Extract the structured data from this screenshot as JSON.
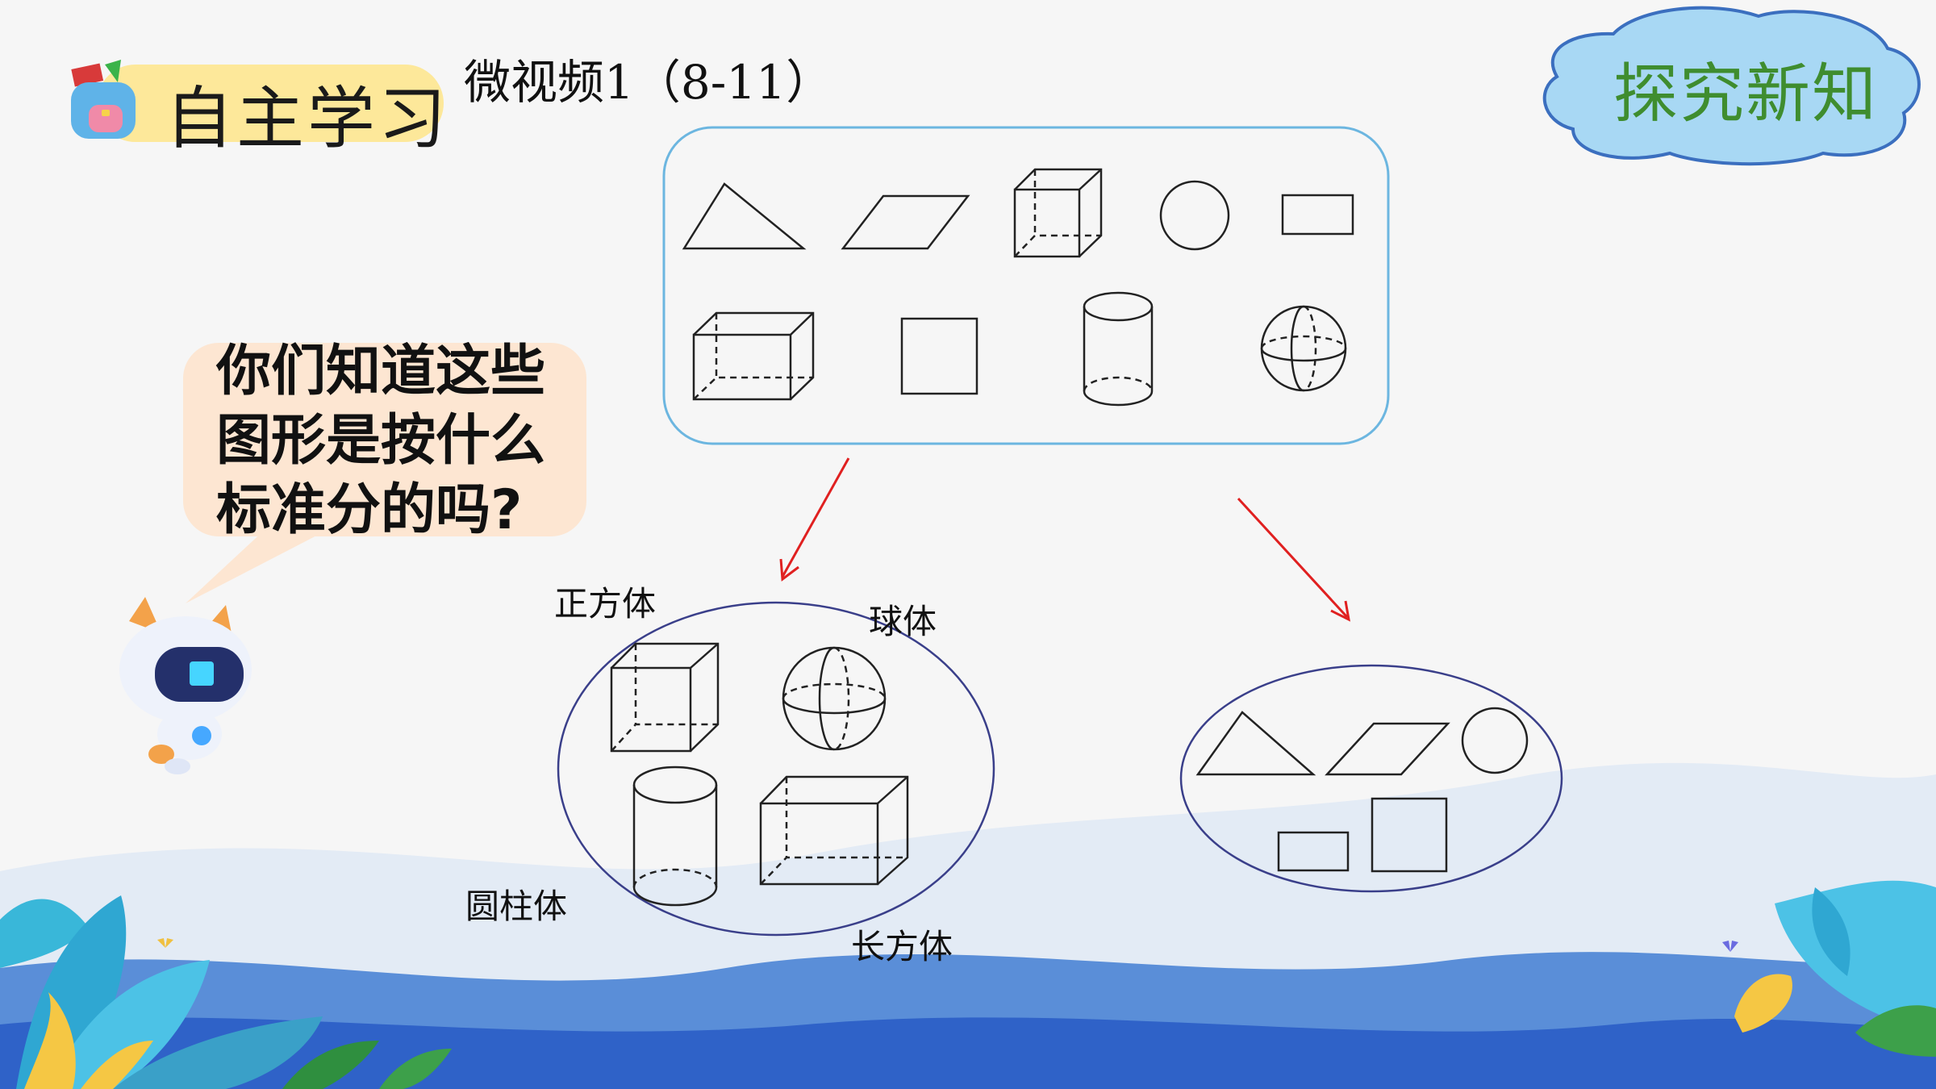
{
  "header": {
    "badge_label": "自主学习",
    "video_title": "微视频1（8-11）",
    "section_tag": "探究新知"
  },
  "question": {
    "lines": [
      "你们知道这些",
      "图形是按什么",
      "标准分的吗?"
    ]
  },
  "solid_group": {
    "labels": {
      "cube": "正方体",
      "sphere": "球体",
      "cylinder": "圆柱体",
      "cuboid": "长方体"
    }
  },
  "colors": {
    "badge_bg": "#fde89a",
    "frame_stroke": "#6cb6e0",
    "arrow": "#e02020",
    "ellipse_stroke": "#3a3f8a",
    "cloud_fill": "#a8d8f4",
    "cloud_text": "#3f8d2f",
    "bubble_bg": "#fde6d2"
  },
  "icons": [
    "backpack-icon",
    "robot-mascot-icon",
    "butterfly-icon"
  ]
}
